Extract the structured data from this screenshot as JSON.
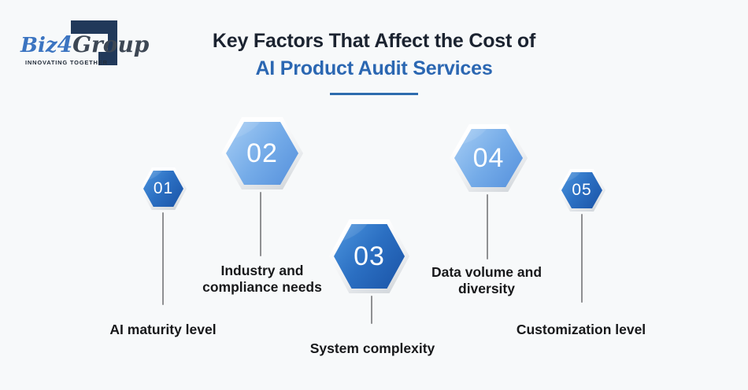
{
  "logo": {
    "name_biz": "Biz",
    "name_4": "4",
    "name_group": "Group",
    "tagline": "INNOVATING TOGETHER"
  },
  "header": {
    "title_line1": "Key Factors That Affect the Cost of",
    "title_line2": "AI Product Audit Services"
  },
  "colors": {
    "background": "#f7f9fa",
    "title_dark": "#1b2330",
    "accent_blue": "#2b67b2",
    "underline_blue": "#2e6cae",
    "logo_navy": "#21395a",
    "logo_blue": "#3b74c1",
    "hex_dark_gradient_start": "#4c95de",
    "hex_dark_gradient_end": "#1a53a6",
    "hex_light_gradient_start": "#a6cdf4",
    "hex_light_gradient_end": "#5590dc",
    "connector_gray": "#8f9092",
    "label_dark": "#17181a"
  },
  "factors": [
    {
      "number": "01",
      "label": "AI maturity level",
      "variant": "dark",
      "size": "small"
    },
    {
      "number": "02",
      "label": "Industry and compliance needs",
      "variant": "light",
      "size": "large"
    },
    {
      "number": "03",
      "label": "System complexity",
      "variant": "dark",
      "size": "large"
    },
    {
      "number": "04",
      "label": "Data volume and diversity",
      "variant": "light",
      "size": "large"
    },
    {
      "number": "05",
      "label": "Customization level",
      "variant": "dark",
      "size": "small"
    }
  ]
}
